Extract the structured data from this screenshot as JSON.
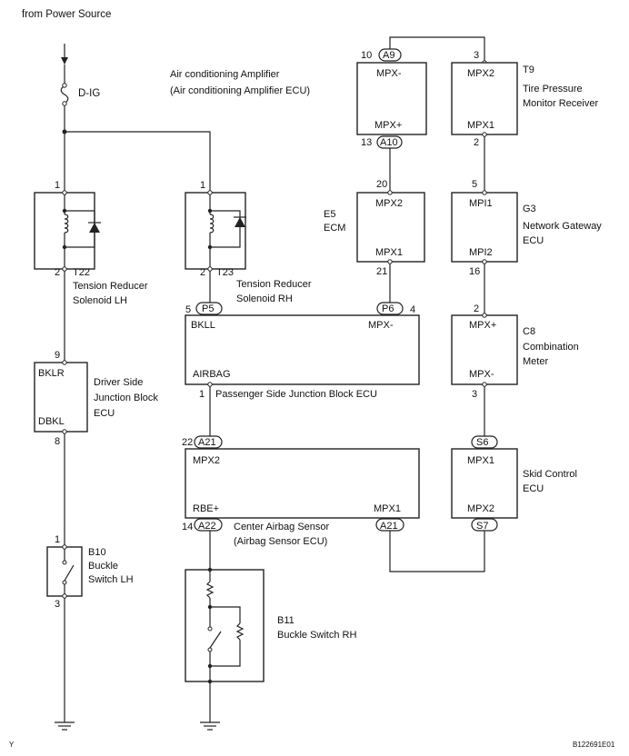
{
  "header": {
    "source": "from Power Source",
    "fuse": "D-IG"
  },
  "footer": {
    "left_mark": "Y",
    "code": "B122691E01"
  },
  "components": {
    "ac_amp": {
      "name1": "Air conditioning Amplifier",
      "name2": "(Air conditioning Amplifier ECU)",
      "pin_top": "10",
      "conn_top": "A9",
      "term_top": "MPX-",
      "term_bottom": "MPX+",
      "pin_bottom": "13",
      "conn_bottom": "A10"
    },
    "tpms": {
      "code": "T9",
      "name1": "Tire Pressure",
      "name2": "Monitor Receiver",
      "pin_top": "3",
      "term_top": "MPX2",
      "term_bottom": "MPX1",
      "pin_bottom": "2"
    },
    "ecm": {
      "code": "E5",
      "name": "ECM",
      "pin_top": "20",
      "term_top": "MPX2",
      "term_bottom": "MPX1",
      "pin_bottom": "21"
    },
    "gateway": {
      "code": "G3",
      "name1": "Network Gateway",
      "name2": "ECU",
      "pin_top": "5",
      "term_top": "MPI1",
      "term_bottom": "MPI2",
      "pin_bottom": "16"
    },
    "t22": {
      "pin_top": "1",
      "pin_bottom": "2",
      "code": "T22",
      "name1": "Tension Reducer",
      "name2": "Solenoid LH"
    },
    "t23": {
      "pin_top": "1",
      "pin_bottom": "2",
      "code": "T23",
      "name1": "Tension Reducer",
      "name2": "Solenoid RH"
    },
    "pass_jb": {
      "pin_left": "5",
      "conn_left": "P5",
      "conn_right": "P6",
      "pin_right": "4",
      "term_left": "BKLL",
      "term_right": "MPX-",
      "term_bottom": "AIRBAG",
      "pin_bottom": "1",
      "name": "Passenger Side Junction Block ECU"
    },
    "combo": {
      "code": "C8",
      "name1": "Combination",
      "name2": "Meter",
      "pin_top": "2",
      "term_top": "MPX+",
      "term_bottom": "MPX-",
      "pin_bottom": "3"
    },
    "drv_jb": {
      "pin_top": "9",
      "term_top": "BKLR",
      "term_bottom": "DBKL",
      "pin_bottom": "8",
      "name1": "Driver Side",
      "name2": "Junction  Block",
      "name3": "ECU"
    },
    "airbag": {
      "pin_top": "22",
      "conn_top": "A21",
      "term_top": "MPX2",
      "term_left": "RBE+",
      "term_right": "MPX1",
      "pin_bottom": "14",
      "conn_bottom": "A22",
      "conn_right": "A21",
      "name1": "Center Airbag Sensor",
      "name2": "(Airbag Sensor ECU)"
    },
    "skid": {
      "conn_top": "S6",
      "term_top": "MPX1",
      "term_bottom": "MPX2",
      "conn_bottom": "S7",
      "name1": "Skid Control",
      "name2": "ECU"
    },
    "b10": {
      "pin_top": "1",
      "pin_bottom": "3",
      "code": "B10",
      "name1": "Buckle",
      "name2": "Switch LH"
    },
    "b11": {
      "code": "B11",
      "name": "Buckle Switch RH"
    }
  }
}
